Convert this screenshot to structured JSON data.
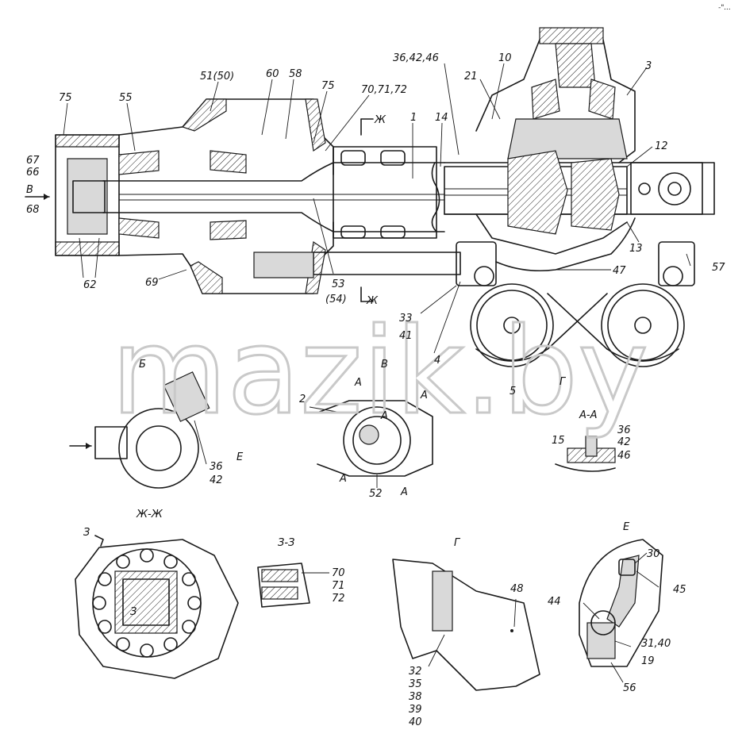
{
  "watermark": "mazik.by",
  "corner_mark": "-\"...",
  "labels": {
    "l75a": "75",
    "l55": "55",
    "l51": "51(50)",
    "l60": "60",
    "l58": "58",
    "l75b": "75",
    "l707172": "70,71,72",
    "l364246": "36,42,46",
    "l10": "10",
    "l3": "3",
    "l21": "21",
    "l1": "1",
    "l14": "14",
    "l12": "12",
    "l67": "67",
    "l66": "66",
    "lB1": "В",
    "l68": "68",
    "l62": "62",
    "l69": "69",
    "l53": "53",
    "l54": "(54)",
    "l33": "33",
    "l41": "41",
    "l4": "4",
    "l47": "47",
    "l13": "13",
    "l57": "57",
    "l5": "5",
    "l2": "2",
    "l52": "52",
    "l36b": "36",
    "l42b": "42",
    "l15": "15",
    "l36c": "36",
    "l42c": "42",
    "l46c": "46",
    "l70": "70",
    "l71": "71",
    "l72": "72",
    "l48": "48",
    "l32": "32",
    "l35": "35",
    "l38": "38",
    "l39": "39",
    "l40": "40",
    "l30": "30",
    "l45": "45",
    "l44": "44",
    "l3140": "31,40",
    "l19": "19",
    "l56": "56"
  },
  "section_marks": {
    "zh_top": "Ж",
    "zh_bottom": "Ж",
    "b_view": "Б",
    "v_mark": "В",
    "a1": "А",
    "a2": "А",
    "a3": "А",
    "a4": "А",
    "a5": "А",
    "g_mark": "Г",
    "e_mark": "Е",
    "aa_title": "А-А",
    "zhzh_title": "Ж-Ж",
    "z_mark1": "З",
    "z_mark2": "З",
    "zz_title": "З-З",
    "g_title": "Г",
    "e_title": "Е"
  }
}
